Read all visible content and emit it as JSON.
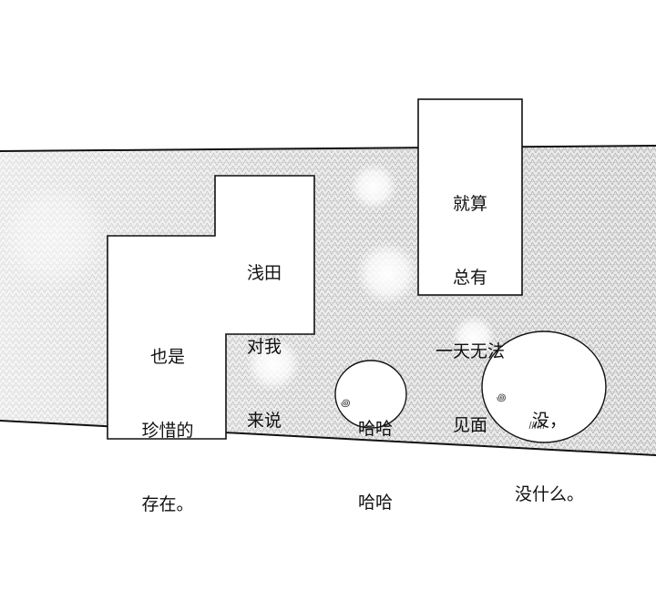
{
  "panel": {
    "colors": {
      "background": "#ffffff",
      "screentone": "#9a9a9a",
      "ink": "#111111"
    }
  },
  "captions": {
    "caption_1": {
      "lines": [
        "就算",
        "总有",
        "一天无法",
        "见面"
      ]
    },
    "caption_2": {
      "lines": [
        "浅田",
        "对我",
        "来说"
      ]
    },
    "caption_3": {
      "lines": [
        "也是",
        "珍惜的",
        "存在。"
      ]
    }
  },
  "bubbles": {
    "laugh": {
      "lines": [
        "哈哈",
        "哈哈"
      ]
    },
    "reply": {
      "lines": [
        "没，",
        "没什么。"
      ]
    }
  }
}
